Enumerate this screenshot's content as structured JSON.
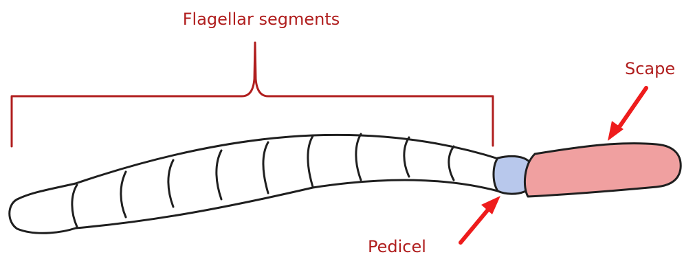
{
  "labels": {
    "flagellar_segments": "Flagellar segments",
    "scape": "Scape",
    "pedicel": "Pedicel"
  },
  "colors": {
    "label_text": "#b01e1e",
    "bracket": "#b01e1e",
    "arrow": "#ee1c1c",
    "outline": "#1f1f1f",
    "flagellum_fill": "#ffffff",
    "pedicel_fill": "#b8c8ec",
    "scape_fill": "#f0a0a0"
  },
  "parts": {
    "flagellar_segment_count": 10
  }
}
